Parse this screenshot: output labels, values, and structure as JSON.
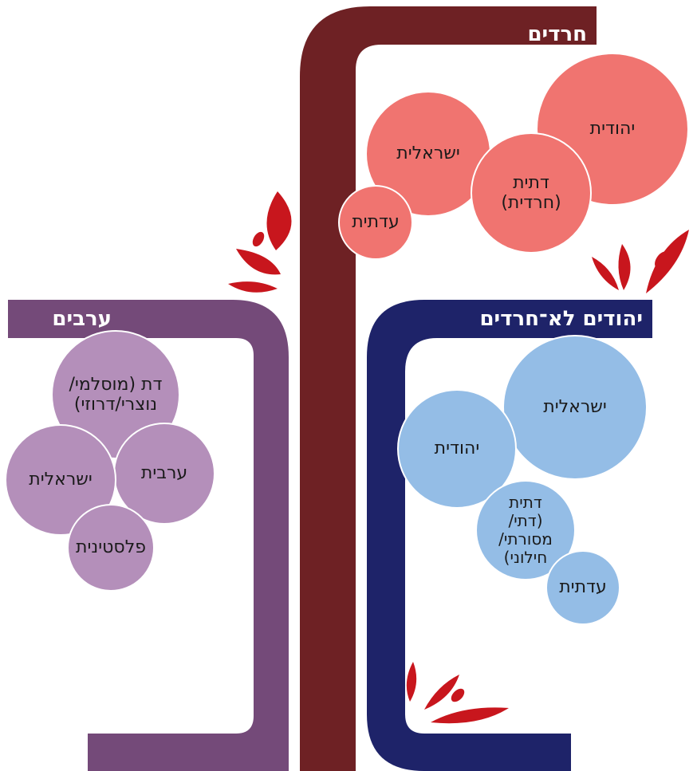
{
  "colors": {
    "haredim_branch": "#6e2124",
    "arabs_branch": "#744a79",
    "jews_branch": "#1e2369",
    "haredim_bubble": "#f07470",
    "jews_bubble": "#94bde6",
    "arabs_bubble": "#b48fba",
    "leaf": "#c8161d"
  },
  "groups": {
    "haredim": {
      "title": "חרדים",
      "bubbles": [
        "יהודית",
        "ישראלית",
        "דתית\n(חרדית)",
        "עדתית"
      ]
    },
    "jews_non_haredi": {
      "title": "יהודים לא־חרדים",
      "bubbles": [
        "ישראלית",
        "יהודית",
        "דתית\n(דתי/\nמסורתי/\nחילוני)",
        "עדתית"
      ]
    },
    "arabs": {
      "title": "ערבים",
      "bubbles": [
        "דת (מוסלמי/\nנוצרי/דרוזי)",
        "ערבית",
        "ישראלית",
        "פלסטינית"
      ]
    }
  }
}
